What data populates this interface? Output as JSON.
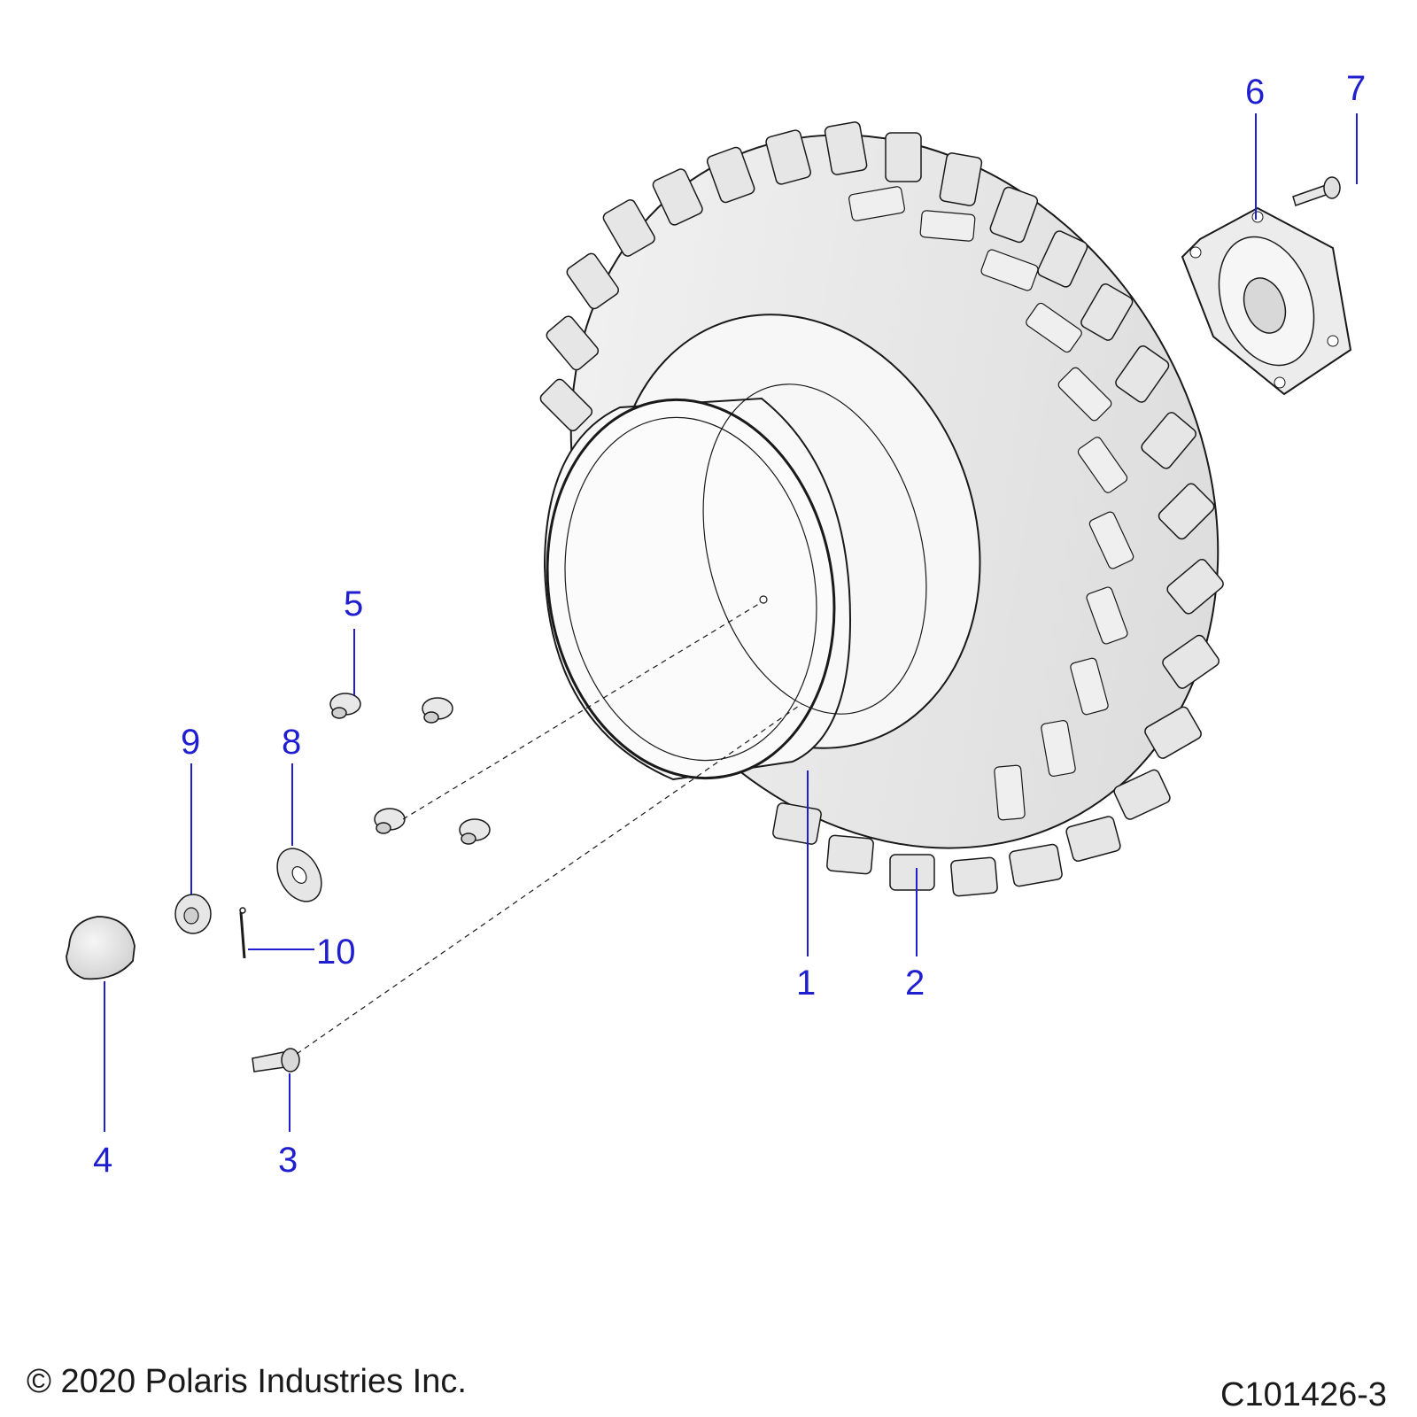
{
  "callouts": [
    {
      "id": "1",
      "label": "1"
    },
    {
      "id": "2",
      "label": "2"
    },
    {
      "id": "3",
      "label": "3"
    },
    {
      "id": "4",
      "label": "4"
    },
    {
      "id": "5",
      "label": "5"
    },
    {
      "id": "6",
      "label": "6"
    },
    {
      "id": "7",
      "label": "7"
    },
    {
      "id": "8",
      "label": "8"
    },
    {
      "id": "9",
      "label": "9"
    },
    {
      "id": "10",
      "label": "10"
    }
  ],
  "footer": {
    "copyright": "© 2020 Polaris Industries Inc.",
    "drawing_number": "C101426-3"
  },
  "colors": {
    "callout": "#1f1fd0",
    "line_art": "#1a1a1a",
    "part_fill": "#ececec"
  }
}
